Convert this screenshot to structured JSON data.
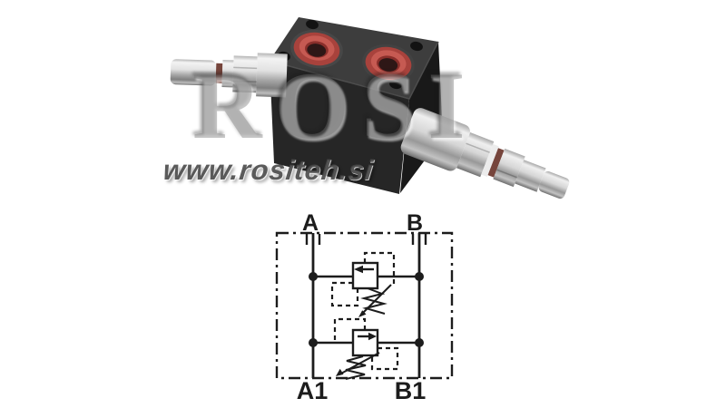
{
  "page": {
    "background": "#ffffff"
  },
  "watermark": {
    "brand": "ROSI",
    "url": "www.rositeh.si"
  },
  "photo": {
    "subject": "hydraulic-double-cross-relief-valve-block",
    "colors": {
      "block_top": "#3d3d3d",
      "block_front": "#262626",
      "block_side": "#191919",
      "port_red": "#a8423c",
      "port_red_bright": "#c65a52",
      "port_bore": "#2e1716",
      "seal_brown": "#76453c"
    }
  },
  "schematic": {
    "line_color": "#1c1c1c",
    "labels": {
      "top_left": "A",
      "top_right": "B",
      "bottom_left": "A1",
      "bottom_right": "B1"
    }
  }
}
